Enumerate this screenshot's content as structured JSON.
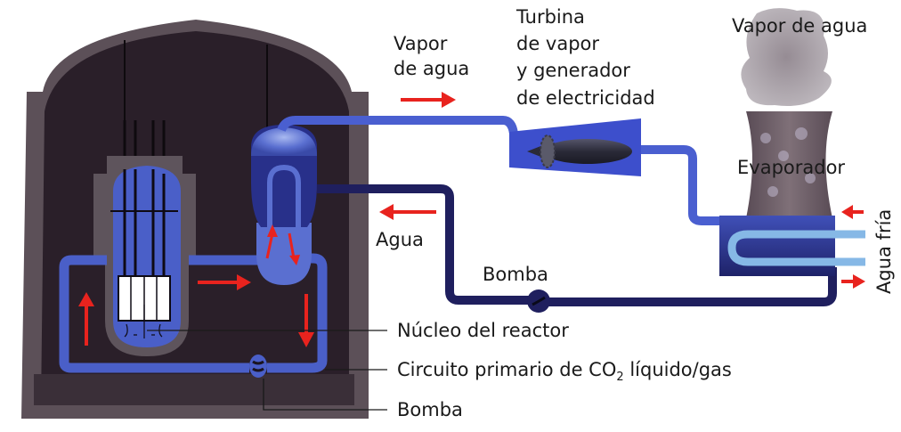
{
  "title": "Central nuclear de CO2 líquido/gas",
  "labels": {
    "steam": [
      "Vapor",
      "de agua"
    ],
    "turbine": [
      "Turbina",
      "de vapor",
      "y generador",
      "de electricidad"
    ],
    "cooling_vapor": "Vapor de agua",
    "evaporator": "Evaporador",
    "water_return": "Agua",
    "cold_water": "Agua fría",
    "secondary_pump": "Bomba",
    "core": "Núcleo del reactor",
    "primary_circuit_prefix": "Circuito primario de CO",
    "primary_circuit_sub": "2",
    "primary_circuit_suffix": " líquido/gas",
    "primary_pump": "Bomba"
  },
  "colors": {
    "containment_wall": "#5c5058",
    "containment_inner": "#2a1f29",
    "primary_loop": "#4a5fc8",
    "steam_pipe": "#4a5fd0",
    "water_pipe": "#1f1f5e",
    "cold_water_pipe": "#86b8e6",
    "flow_arrow": "#e8231e",
    "core_fuel": "#ffffff",
    "cooling_tower": "#6e6068"
  }
}
